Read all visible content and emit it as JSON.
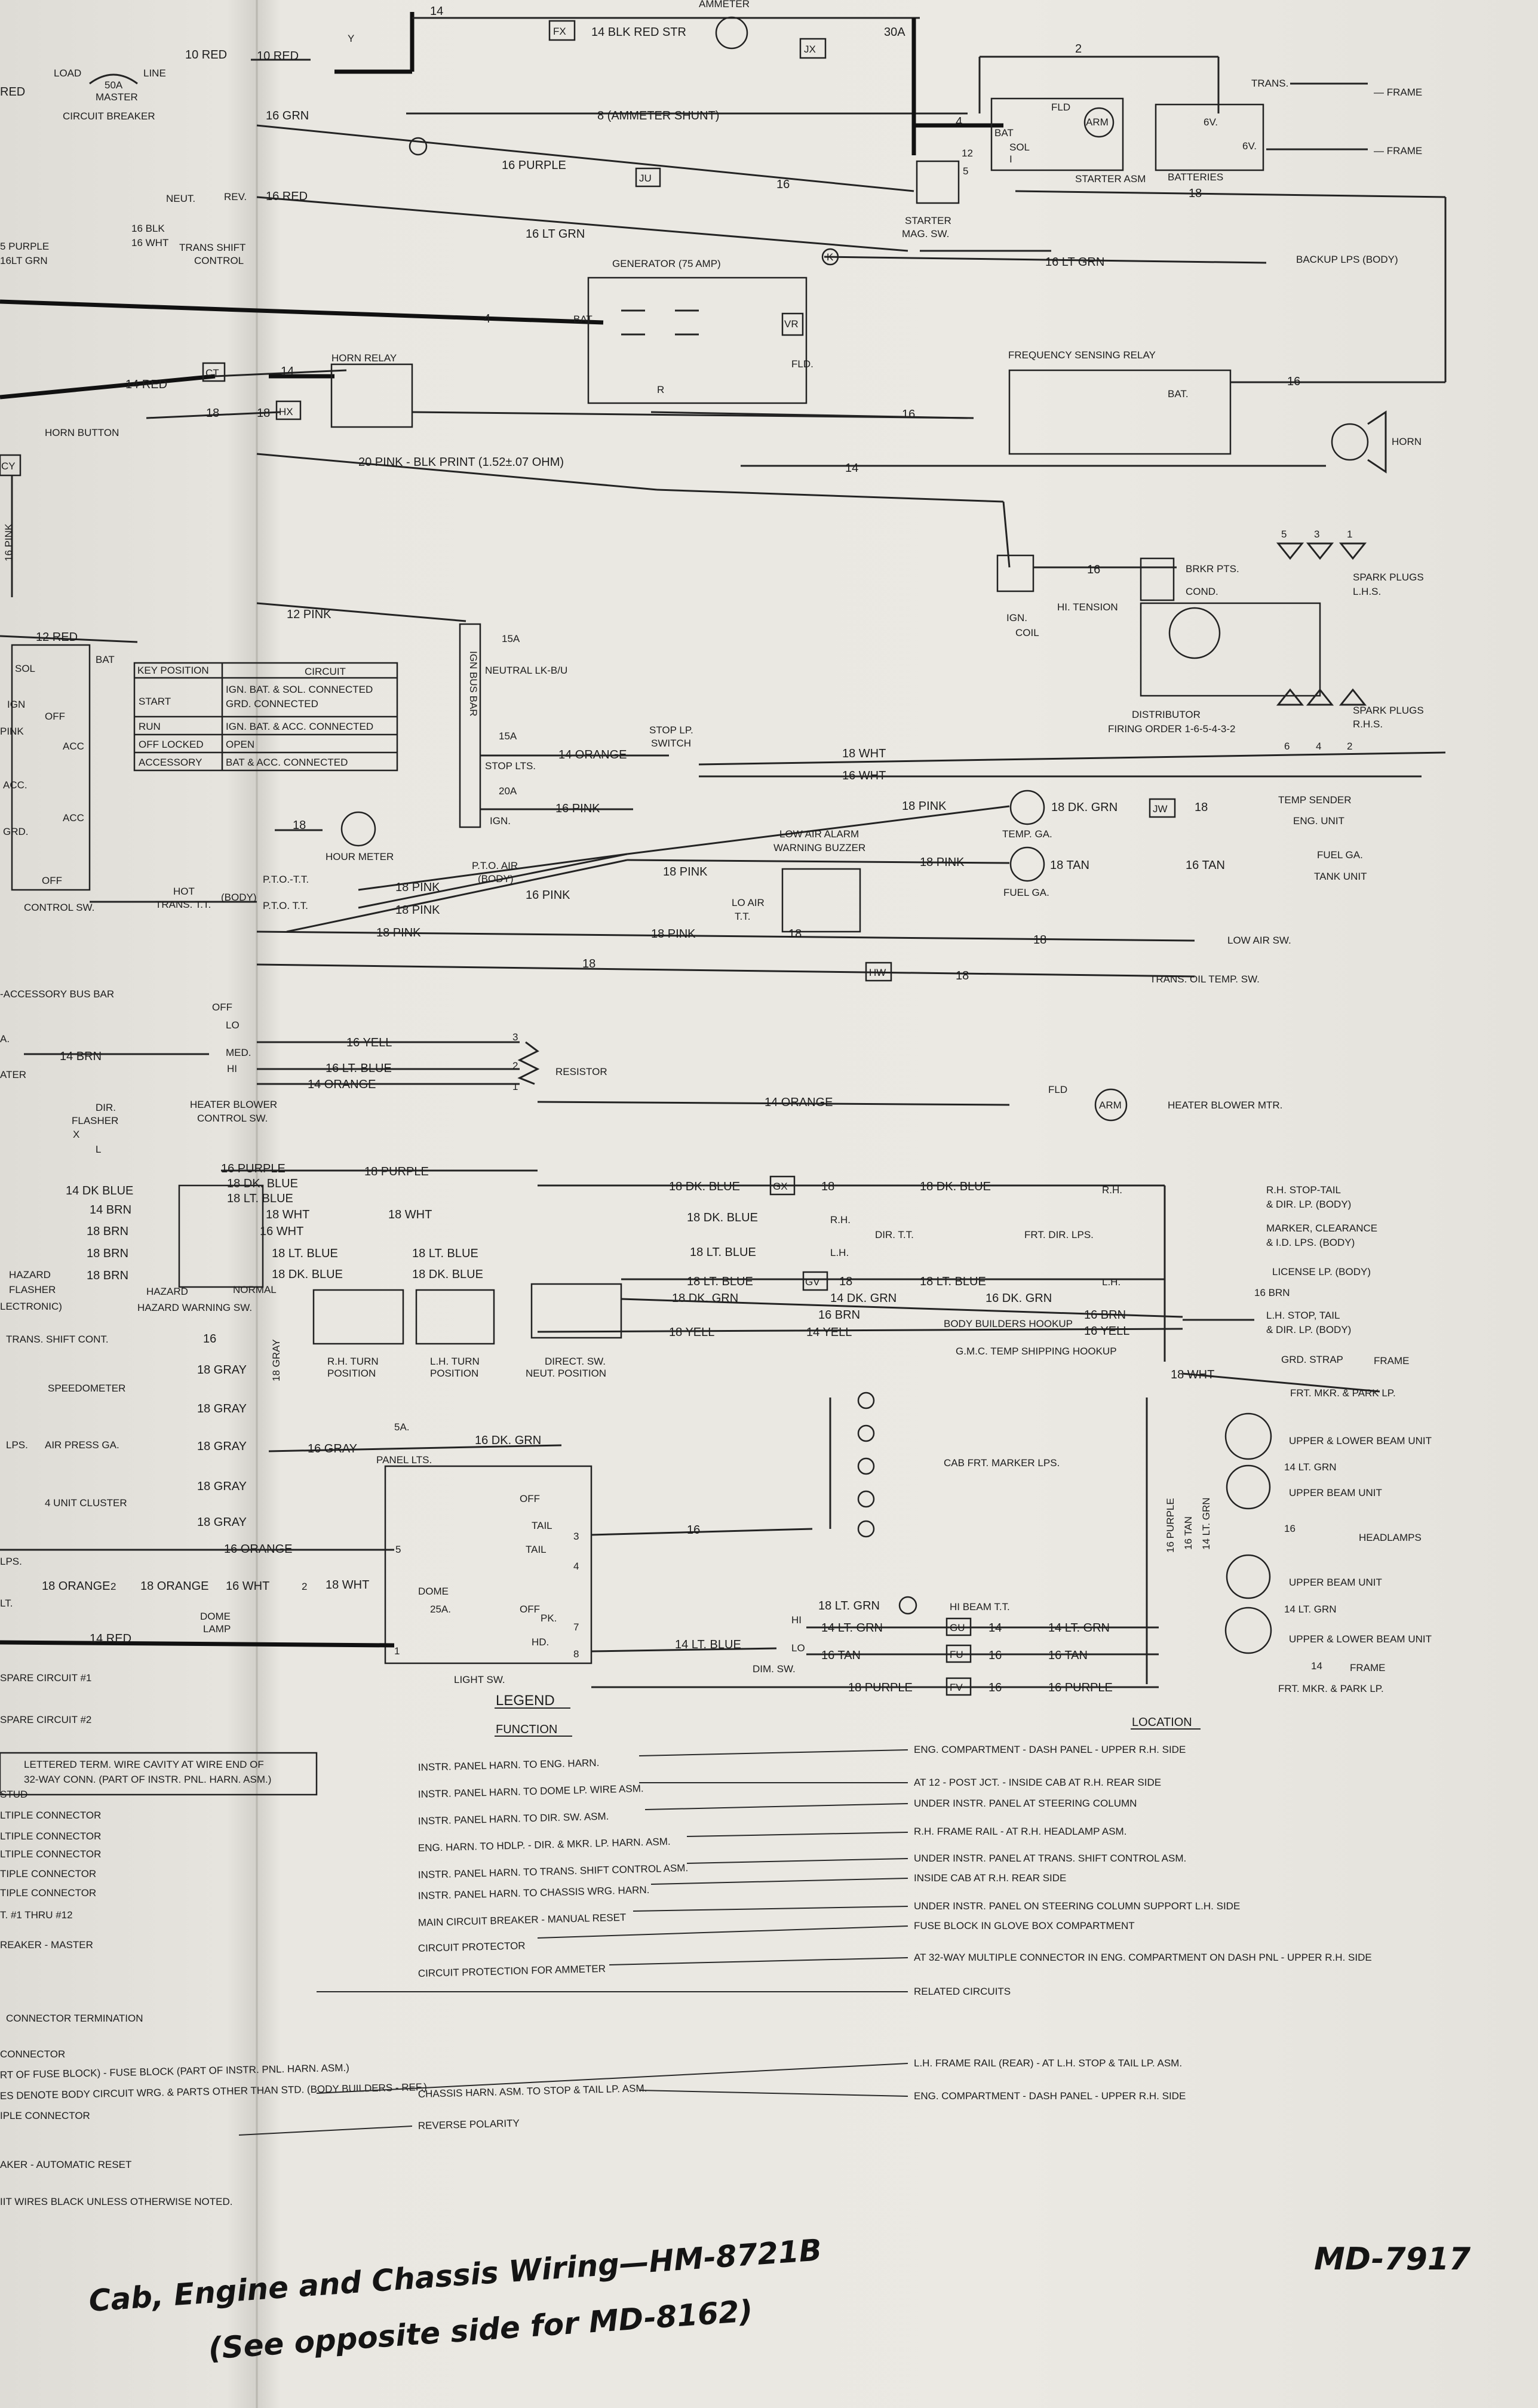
{
  "doc": {
    "title": "Cab, Engine and Chassis Wiring—HM-8721B",
    "subtitle": "(See opposite side for MD-8162)",
    "number": "MD-7917"
  },
  "labels": {
    "ammeter": "AMMETER",
    "r10red": "10 RED",
    "y": "Y",
    "r14": "14",
    "fx": "FX",
    "blk_red_str": "14 BLK RED STR",
    "jx": "JX",
    "a30": "30A",
    "load": "LOAD",
    "line": "LINE",
    "a50": "50A",
    "master": "MASTER",
    "circuit_breaker": "CIRCUIT BREAKER",
    "red_l": "RED",
    "red10_l": "10 RED",
    "ammeter_shunt": "8 (AMMETER SHUNT)",
    "n2": "2",
    "n4": "4",
    "n12": "12",
    "n5": "5",
    "trans": "TRANS.",
    "frame1": "— FRAME",
    "frame2": "— FRAME",
    "v6a": "6V.",
    "v6b": "6V.",
    "batteries": "BATTERIES",
    "grn16": "16 GRN",
    "purple16": "16 PURPLE",
    "ju": "JU",
    "n16": "16",
    "fld": "FLD",
    "arm": "ARM",
    "bat": "BAT",
    "sol": "SOL",
    "i_term": "I",
    "starter_asm": "STARTER ASM",
    "starter": "STARTER",
    "mag_sw": "MAG. SW.",
    "n18": "18",
    "red16": "16 RED",
    "ltgrn16": "16 LT GRN",
    "neut": "NEUT.",
    "rev": "REV.",
    "blk16": "16 BLK",
    "wht16": "16 WHT",
    "purple5": "5 PURPLE",
    "ltgrn_16": "16LT GRN",
    "trans_shift_control": "TRANS SHIFT",
    "control": "CONTROL",
    "k": "K",
    "ltgrn16b": "16 LT GRN",
    "backup_lps": "BACKUP LPS (BODY)",
    "generator": "GENERATOR (75 AMP)",
    "bat2": "BAT",
    "vr": "VR",
    "fld2": "FLD.",
    "r": "R",
    "n4b": "4",
    "freq_relay": "FREQUENCY SENSING RELAY",
    "n16b": "16",
    "bat3": "BAT.",
    "horn": "HORN",
    "red14": "14 RED",
    "ct": "CT",
    "n14": "14",
    "horn_relay": "HORN RELAY",
    "horn_button": "HORN BUTTON",
    "n18b": "18",
    "n18c": "18",
    "hx": "HX",
    "n16c": "16",
    "n14b": "14",
    "pink_blk": "20 PINK - BLK PRINT (1.52±.07 OHM)",
    "cy": "CY",
    "pink16": "16 PINK",
    "ign_coil": "IGN.",
    "coil": "COIL",
    "hi_tension": "HI. TENSION",
    "n16d": "16",
    "brkr_pts": "BRKR PTS.",
    "cond": "COND.",
    "c5": "5",
    "c3": "3",
    "c1": "1",
    "spark_lhs": "SPARK PLUGS",
    "spark_lhs2": "L.H.S.",
    "distributor": "DISTRIBUTOR",
    "firing": "FIRING ORDER 1-6-5-4-3-2",
    "c6": "6",
    "c4": "4",
    "c2": "2",
    "spark_rhs": "SPARK PLUGS",
    "spark_rhs2": "R.H.S.",
    "red12": "12 RED",
    "pink12": "12 PINK",
    "a15": "15A",
    "neutral_lk": "NEUTRAL LK-B/U",
    "ign_bus_bar": "IGN BUS BAR",
    "a15b": "15A",
    "stop_lts": "STOP LTS.",
    "orange14": "14 ORANGE",
    "a20": "20A",
    "ign": "IGN.",
    "pink16b": "16 PINK",
    "stop_lp_sw": "STOP LP.",
    "switch": "SWITCH",
    "wht18": "18 WHT",
    "wht16b": "16 WHT",
    "sol_k": "SOL",
    "ign_k": "IGN",
    "off_k": "OFF",
    "acc_k": "ACC",
    "acc_k2": "ACC.",
    "grd_k": "GRD.",
    "off_k2": "OFF",
    "pink_k": "PINK",
    "bat_k": "BAT",
    "control_sw": "CONTROL SW.",
    "n18d": "18",
    "hour_meter": "HOUR METER",
    "pto_tt": "P.T.O.-T.T.",
    "pto_tt2": "P.T.O. T.T.",
    "pink18a": "18 PINK",
    "pink18b": "18 PINK",
    "pink18c": "18 PINK",
    "pto_air": "P.T.O. AIR",
    "body": "(BODY)",
    "pink16c": "16 PINK",
    "hot_trans": "HOT",
    "trans_tt": "TRANS. T.T.",
    "body2": "(BODY)",
    "n18e": "18",
    "pink18d": "18 PINK",
    "low_air_buzzer": "LOW AIR ALARM",
    "warning_buzzer": "WARNING BUZZER",
    "lo_air_tt": "LO AIR",
    "tt": "T.T.",
    "pink18e": "18 PINK",
    "n18f": "18",
    "pink18f": "18 PINK",
    "temp_ga": "TEMP. GA.",
    "dkgrn18": "18 DK. GRN",
    "jw": "JW",
    "n18g": "18",
    "temp_sender": "TEMP SENDER",
    "eng_unit": "ENG. UNIT",
    "pink18g": "18 PINK",
    "fuel_ga": "FUEL GA.",
    "tan18": "18 TAN",
    "tan16": "16 TAN",
    "fuel_ga2": "FUEL GA.",
    "tank_unit": "TANK UNIT",
    "n18h": "18",
    "low_air_sw": "LOW AIR SW.",
    "n18i": "18",
    "hw": "HW",
    "n18j": "18",
    "trans_oil": "TRANS. OIL TEMP. SW.",
    "acc_bus": "-ACCESSORY BUS BAR",
    "a_dot": "A.",
    "brn14": "14 BRN",
    "ater": "ATER",
    "off": "OFF",
    "lo": "LO",
    "med": "MED.",
    "hi": "HI",
    "heater_blower_sw": "HEATER BLOWER",
    "control_sw2": "CONTROL SW.",
    "yell16": "16 YELL",
    "ltblue16": "16 LT. BLUE",
    "orange14b": "14 ORANGE",
    "n3": "3",
    "n2b": "2",
    "n1": "1",
    "resistor": "RESISTOR",
    "orange14c": "14 ORANGE",
    "fld3": "FLD",
    "arm2": "ARM",
    "heater_blower_mtr": "HEATER BLOWER MTR.",
    "dir": "DIR.",
    "flasher": "FLASHER",
    "x": "X",
    "l_t": "L",
    "purple16b": "16 PURPLE",
    "purple18": "18 PURPLE",
    "dkblue18": "18 DK. BLUE",
    "ltblue18": "18 LT. BLUE",
    "wht18b": "18 WHT",
    "dkblue14": "14 DK BLUE",
    "brn14b": "14 BRN",
    "brn18a": "18 BRN",
    "brn18b": "18 BRN",
    "brn18c": "18 BRN",
    "wht18c": "18 WHT",
    "wht16c": "16 WHT",
    "ltblue18b": "18 LT. BLUE",
    "ltblue18c": "18 LT. BLUE",
    "dkblue18b": "18 DK. BLUE",
    "dkblue18c": "18 DK. BLUE",
    "hazard": "HAZARD",
    "flasher2": "FLASHER",
    "electronic": "LECTRONIC)",
    "hazard2": "HAZARD",
    "normal": "NORMAL",
    "hazard_warning": "HAZARD WARNING SW.",
    "rh_turn": "R.H. TURN",
    "position": "POSITION",
    "lh_turn": "L.H. TURN",
    "position2": "POSITION",
    "direct_sw": "DIRECT. SW.",
    "neut_pos": "NEUT. POSITION",
    "dkblue18d": "18 DK. BLUE",
    "gx": "GX",
    "n18k": "18",
    "dkblue18e": "18 DK. BLUE",
    "rh": "R.H.",
    "dkblue18f": "18 DK. BLUE",
    "rh2": "R.H.",
    "dir_tt": "DIR. T.T.",
    "frt_dir_lps": "FRT. DIR. LPS.",
    "ltblue18d": "18 LT. BLUE",
    "lh": "L.H.",
    "ltblue18e": "18 LT. BLUE",
    "gv": "GV",
    "n18l": "18",
    "ltblue18f": "18 LT. BLUE",
    "lh2": "L.H.",
    "dkgrn18b": "18 DK. GRN",
    "dkgrn14": "14 DK. GRN",
    "dkgrn16": "16 DK. GRN",
    "brn16": "16 BRN",
    "yell18": "18 YELL",
    "yell14": "14 YELL",
    "body_builders": "BODY BUILDERS HOOKUP",
    "gmc_temp": "G.M.C. TEMP SHIPPING HOOKUP",
    "brn16b": "16 BRN",
    "yell16b": "16 YELL",
    "rh_stop_tail": "R.H. STOP-TAIL",
    "dir_lp_body": "& DIR. LP. (BODY)",
    "marker_clearance": "MARKER, CLEARANCE",
    "id_lps": "& I.D. LPS. (BODY)",
    "license_lp": "LICENSE LP. (BODY)",
    "brn16c": "16 BRN",
    "lh_stop_tail": "L.H. STOP, TAIL",
    "dir_lp_body2": "& DIR. LP. (BODY)",
    "grd_strap": "GRD. STRAP",
    "frame3": "FRAME",
    "trans_shift_cont": "TRANS. SHIFT CONT.",
    "n16e": "16",
    "speedometer": "SPEEDOMETER",
    "gray18a": "18 GRAY",
    "gray18b": "18 GRAY",
    "lps": "LPS.",
    "air_press": "AIR PRESS GA.",
    "gray18c": "18 GRAY",
    "gray18d": "18 GRAY",
    "unit4": "4 UNIT CLUSTER",
    "gray18e": "18 GRAY",
    "gray18v": "18 GRAY",
    "gray16": "16 GRAY",
    "a5": "5A.",
    "panel_lts": "PANEL LTS.",
    "dkgrn16b": "16 DK. GRN",
    "wht18d": "18 WHT",
    "frt_mkr_park": "FRT. MKR. & PARK LP.",
    "upper_lower_beam": "UPPER & LOWER BEAM UNIT",
    "ltgrn14": "14 LT. GRN",
    "upper_beam": "UPPER BEAM UNIT",
    "n16f": "16",
    "headlamps": "HEADLAMPS",
    "cab_frt_marker": "CAB FRT. MARKER LPS.",
    "purple16c": "16 PURPLE",
    "tan16b": "16 TAN",
    "ltgrn14b": "14 LT. GRN",
    "upper_beam2": "UPPER BEAM UNIT",
    "ltgrn14c": "14 LT. GRN",
    "upper_lower_beam2": "UPPER & LOWER BEAM UNIT",
    "n14c": "14",
    "frame4": "FRAME",
    "frt_mkr_park2": "FRT. MKR. & PARK LP.",
    "lps2": "LPS.",
    "orange16": "16 ORANGE",
    "n16g": "16",
    "off2": "OFF",
    "tail": "TAIL",
    "tail2": "TAIL",
    "n5b": "5",
    "n3b": "3",
    "n4c": "4",
    "orange18": "18 ORANGE",
    "n2c": "2",
    "orange18b": "18 ORANGE",
    "lt": "LT.",
    "wht16d": "16 WHT",
    "n2d": "2",
    "wht18e": "18 WHT",
    "dome": "DOME",
    "a25": "25A.",
    "dome_lamp": "DOME",
    "lamp": "LAMP",
    "off3": "OFF",
    "pk": "PK.",
    "n7": "7",
    "hd": "HD.",
    "n8": "8",
    "n1b": "1",
    "red14b": "14 RED",
    "light_sw": "LIGHT SW.",
    "ltgrn14d": "14 LT. BLUE",
    "ltgrn18": "18 LT. GRN",
    "hi_beam_tt": "HI BEAM T.T.",
    "hi2": "HI",
    "ltgrn14e": "14 LT. GRN",
    "gu": "GU",
    "n14d": "14",
    "ltgrn14f": "14 LT. GRN",
    "lo2": "LO",
    "tan16c": "16 TAN",
    "fu": "FU",
    "n16h": "16",
    "tan16d": "16 TAN",
    "dim_sw": "DIM. SW.",
    "purple18b": "18 PURPLE",
    "fv": "FV",
    "n16i": "16",
    "purple16d": "16 PURPLE",
    "spare1": "SPARE CIRCUIT #1",
    "spare2": "SPARE CIRCUIT #2"
  },
  "legend": {
    "title": "LEGEND",
    "function": "FUNCTION",
    "location": "LOCATION",
    "left_items": [
      "LETTERED TERM. WIRE CAVITY AT WIRE END OF",
      "32-WAY CONN. (PART OF INSTR. PNL. HARN. ASM.)",
      "STUD",
      "LTIPLE CONNECTOR",
      "LTIPLE CONNECTOR",
      "LTIPLE CONNECTOR",
      "TIPLE CONNECTOR",
      "TIPLE CONNECTOR",
      "T. #1 THRU #12",
      "REAKER - MASTER",
      "CONNECTOR TERMINATION",
      "CONNECTOR",
      "RT OF FUSE BLOCK) - FUSE BLOCK (PART OF INSTR. PNL. HARN. ASM.)",
      "ES DENOTE BODY CIRCUIT WRG. & PARTS OTHER THAN STD. (BODY BUILDERS - REF.)",
      "IPLE CONNECTOR",
      "AKER - AUTOMATIC RESET",
      "IIT WIRES BLACK UNLESS OTHERWISE NOTED."
    ],
    "functions": [
      "INSTR. PANEL HARN. TO ENG. HARN.",
      "INSTR. PANEL HARN. TO DOME LP. WIRE ASM.",
      "INSTR. PANEL HARN. TO DIR. SW. ASM.",
      "ENG. HARN. TO HDLP. - DIR. & MKR. LP. HARN. ASM.",
      "INSTR. PANEL HARN. TO TRANS. SHIFT CONTROL ASM.",
      "INSTR. PANEL HARN. TO CHASSIS WRG. HARN.",
      "MAIN CIRCUIT BREAKER - MANUAL RESET",
      "CIRCUIT PROTECTOR",
      "CIRCUIT PROTECTION FOR AMMETER",
      "CHASSIS HARN. ASM. TO STOP & TAIL LP. ASM.",
      "REVERSE POLARITY"
    ],
    "locations": [
      "ENG. COMPARTMENT - DASH PANEL - UPPER R.H. SIDE",
      "AT 12 - POST JCT. - INSIDE CAB AT R.H. REAR SIDE",
      "UNDER INSTR. PANEL AT STEERING COLUMN",
      "R.H. FRAME RAIL - AT R.H. HEADLAMP ASM.",
      "UNDER INSTR. PANEL AT TRANS. SHIFT CONTROL ASM.",
      "INSIDE CAB AT R.H. REAR SIDE",
      "UNDER INSTR. PANEL ON STEERING COLUMN SUPPORT L.H. SIDE",
      "FUSE BLOCK IN GLOVE BOX COMPARTMENT",
      "AT 32-WAY MULTIPLE CONNECTOR IN ENG. COMPARTMENT ON DASH PNL - UPPER R.H. SIDE",
      "RELATED CIRCUITS",
      "L.H. FRAME RAIL (REAR) - AT L.H. STOP & TAIL LP. ASM.",
      "ENG. COMPARTMENT - DASH PANEL - UPPER R.H. SIDE"
    ]
  },
  "key_table": {
    "headers": [
      "KEY POSITION",
      "CIRCUIT"
    ],
    "rows": [
      [
        "START",
        "IGN. BAT. & SOL. CONNECTED",
        "GRD. CONNECTED"
      ],
      [
        "RUN",
        "IGN. BAT. & ACC. CONNECTED",
        ""
      ],
      [
        "OFF LOCKED",
        "OPEN",
        ""
      ],
      [
        "ACCESSORY",
        "BAT & ACC. CONNECTED",
        ""
      ]
    ]
  }
}
